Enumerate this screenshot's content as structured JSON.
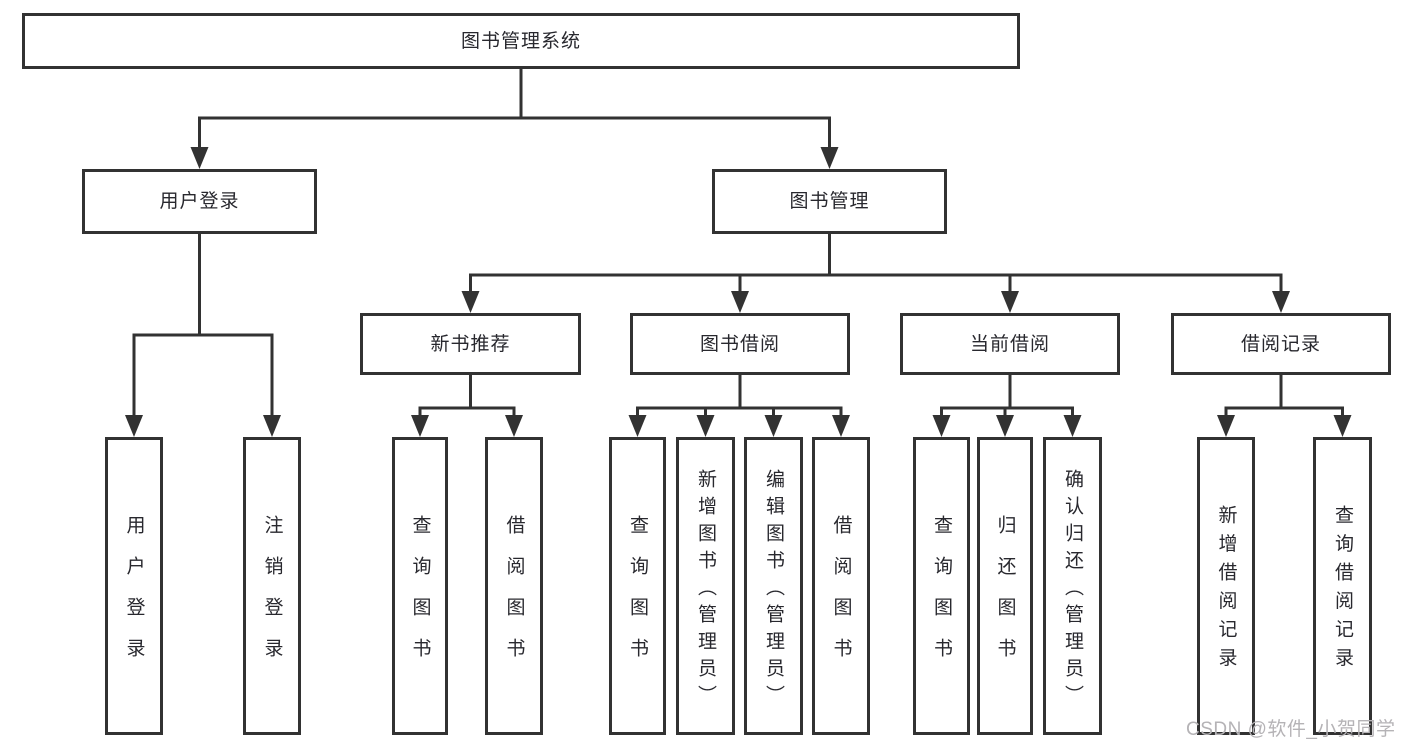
{
  "tree": {
    "root": {
      "label": "图书管理系统"
    },
    "branches": [
      {
        "label": "用户登录",
        "children": [
          {
            "label": "用户登录"
          },
          {
            "label": "注销登录"
          }
        ]
      },
      {
        "label": "图书管理",
        "children": [
          {
            "label": "新书推荐",
            "children": [
              {
                "label": "查询图书"
              },
              {
                "label": "借阅图书"
              }
            ]
          },
          {
            "label": "图书借阅",
            "children": [
              {
                "label": "查询图书"
              },
              {
                "label": "新增图书（管理员）"
              },
              {
                "label": "编辑图书（管理员）"
              },
              {
                "label": "借阅图书"
              }
            ]
          },
          {
            "label": "当前借阅",
            "children": [
              {
                "label": "查询图书"
              },
              {
                "label": "归还图书"
              },
              {
                "label": "确认归还（管理员）"
              }
            ]
          },
          {
            "label": "借阅记录",
            "children": [
              {
                "label": "新增借阅记录"
              },
              {
                "label": "查询借阅记录"
              }
            ]
          }
        ]
      }
    ]
  },
  "watermark": {
    "text": "CSDN @软件_小贺同学"
  },
  "colors": {
    "line": "#323232",
    "box_border": "#323232",
    "box_fill": "#ffffff",
    "text": "#28282e",
    "watermark": "#b5b3b6",
    "background": "#ffffff"
  }
}
